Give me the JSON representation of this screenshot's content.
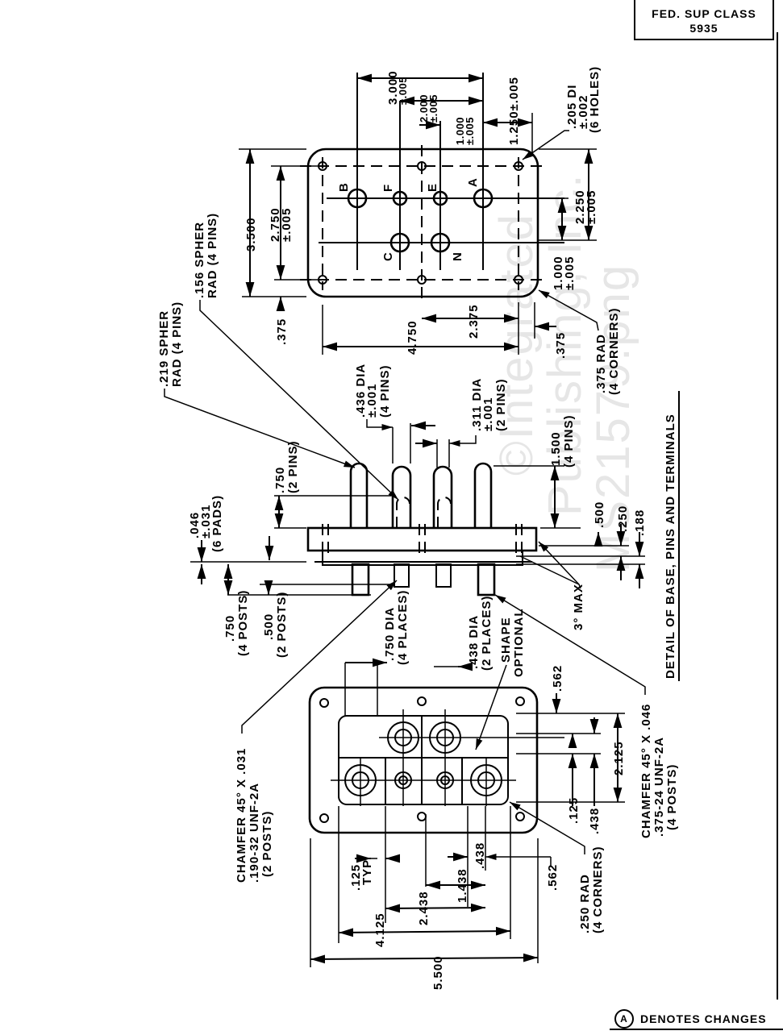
{
  "title_block": {
    "line1": "FED. SUP CLASS",
    "line2": "5935"
  },
  "footer": {
    "symbol": "A",
    "text": "DENOTES  CHANGES"
  },
  "caption": "DETAIL OF BASE, PINS AND TERMINALS",
  "watermark": {
    "line1": "©Integrated",
    "line2": "Publishing, Inc.",
    "line3": "MS21579.png"
  },
  "top_view": {
    "pin_labels": [
      "B",
      "F",
      "E",
      "A",
      "C",
      "N"
    ],
    "dims": {
      "d3000": "3.000",
      "d3000_tol": "±.005",
      "d2000": "2.000",
      "d2000_tol": "±.005",
      "d1000": "1.000",
      "d1000_tol": "±.005",
      "d1250": "1.250±.005",
      "holes": ".205 DI",
      "holes_tol": "±.002",
      "holes_qty": "(6 HOLES)",
      "d2250": "2.250",
      "d2250_tol": "±.005",
      "d1000b": "1.000",
      "d1000b_tol": "±.005",
      "d3500": "3.500",
      "d2750": "2.750",
      "d2750_tol": "±.005",
      "d375a": ".375",
      "d4750": "4.750",
      "d2375": "2.375",
      "d375b": ".375",
      "rad375": ".375 RAD",
      "rad375_qty": "(4 CORNERS)"
    }
  },
  "side_view": {
    "dims": {
      "spher219": ".219 SPHER",
      "spher219_b": "RAD (4 PINS)",
      "spher156": ".156 SPHER",
      "spher156_b": "RAD (4 PINS)",
      "dia436": ".436 DIA",
      "dia436_tol": "±.001",
      "dia436_qty": "(4 PINS)",
      "dia311": ".311 DIA",
      "dia311_tol": "±.001",
      "dia311_qty": "(2 PINS)",
      "d750pins": ".750",
      "d750pins_qty": "(2 PINS)",
      "d1500": "1.500",
      "d1500_qty": "(4 PINS)",
      "d046": ".046",
      "d046_tol": "±.031",
      "d046_qty": "(6 PADS)",
      "d500": ".500",
      "d250": ".250",
      "d188": ".188",
      "max3": "3° MAX",
      "d750posts": ".750",
      "d750posts_qty": "(4 POSTS)",
      "d500posts": ".500",
      "d500posts_qty": "(2 POSTS)",
      "dia750": ".750 DIA",
      "dia750_qty": "(4 PLACES)",
      "dia438": ".438 DIA",
      "dia438_qty": "(2 PLACES)",
      "shape": "SHAPE",
      "shape_b": "OPTIONAL"
    }
  },
  "bottom_view": {
    "dims": {
      "chamfer031": "CHAMFER 45° X .031",
      "thread190": ".190-32 UNF-2A",
      "posts2": "(2 POSTS)",
      "chamfer046": "CHAMFER 45° X .046",
      "thread375": ".375-24 UNF-2A",
      "posts4": "(4 POSTS)",
      "d562a": ".562",
      "d2125": "2.125",
      "d125": ".125",
      "d438a": ".438",
      "rad250": ".250 RAD",
      "rad250_qty": "(4 CORNERS)",
      "d125typ": ".125",
      "typ": "TYP",
      "d4125": "4.125",
      "d2438": "2.438",
      "d1438": "1.438",
      "d438b": ".438",
      "d562b": ".562",
      "d5500": "5.500"
    }
  }
}
